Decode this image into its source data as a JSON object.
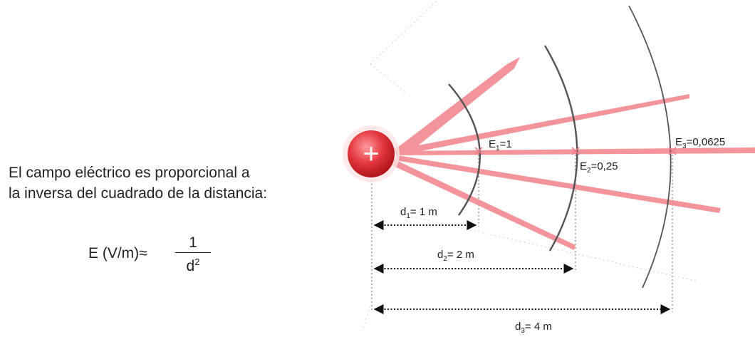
{
  "caption": {
    "line1": "El campo eléctrico es proporcional a",
    "line2": "la inversa del cuadrado de la distancia:"
  },
  "formula": {
    "lhs": "E (V/m)≈",
    "numerator": "1",
    "denominator_base": "d",
    "denominator_exp": "2"
  },
  "charge": {
    "symbol": "+",
    "color": "#d9282f"
  },
  "fields": [
    {
      "sym": "E",
      "sub": "1",
      "val": "=1"
    },
    {
      "sym": "E",
      "sub": "2",
      "val": "=0,25"
    },
    {
      "sym": "E",
      "sub": "3",
      "val": "=0,0625"
    }
  ],
  "distances": [
    {
      "sym": "d",
      "sub": "1",
      "val": "= 1 m"
    },
    {
      "sym": "d",
      "sub": "2",
      "val": "= 2 m"
    },
    {
      "sym": "d",
      "sub": "3",
      "val": "= 4 m"
    }
  ],
  "colors": {
    "field_lines": "#f28b93",
    "wavefront": "#555555"
  }
}
